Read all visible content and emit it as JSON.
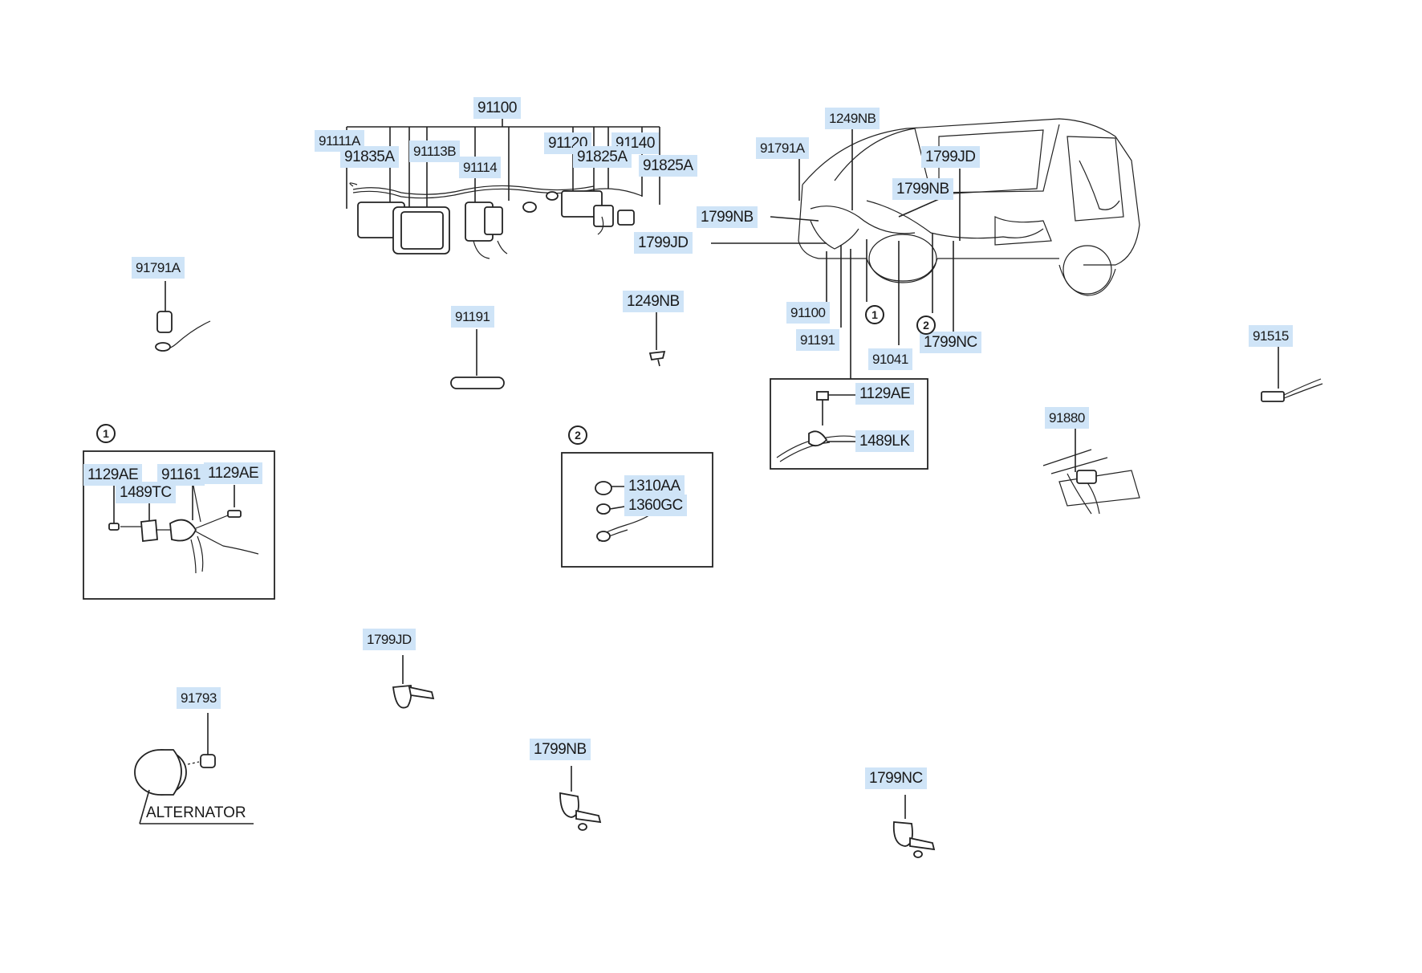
{
  "diagram": {
    "labels": {
      "p91100_top": "91100",
      "p91111A": "91111A",
      "p91835A": "91835A",
      "p91113B": "91113B",
      "p91114": "91114",
      "p91120": "91120",
      "p91140": "91140",
      "p91825A_1": "91825A",
      "p91825A_2": "91825A",
      "p1249NB_car": "1249NB",
      "p91791A_car": "91791A",
      "p1799JD_car": "1799JD",
      "p1799NB_car": "1799NB",
      "p1799NB_left": "1799NB",
      "p1799JD_left": "1799JD",
      "p91100_car": "91100",
      "p91191_car": "91191",
      "p91041": "91041",
      "p1799NC_car": "1799NC",
      "p91791A_left": "91791A",
      "p91191": "91191",
      "p1249NB": "1249NB",
      "p91515": "91515",
      "p1129AE_det": "1129AE",
      "p1489LK": "1489LK",
      "p91880": "91880",
      "p1129AE_a": "1129AE",
      "p91161": "91161",
      "p1129AE_b": "1129AE",
      "p1489TC": "1489TC",
      "p1310AA": "1310AA",
      "p1360GC": "1360GC",
      "p1799JD": "1799JD",
      "p91793": "91793",
      "p1799NB": "1799NB",
      "p1799NC": "1799NC"
    },
    "markers": {
      "m1_car": "1",
      "m2_car": "2",
      "m1_box": "1",
      "m2_box": "2"
    },
    "alternator": "ALTERNATOR"
  }
}
